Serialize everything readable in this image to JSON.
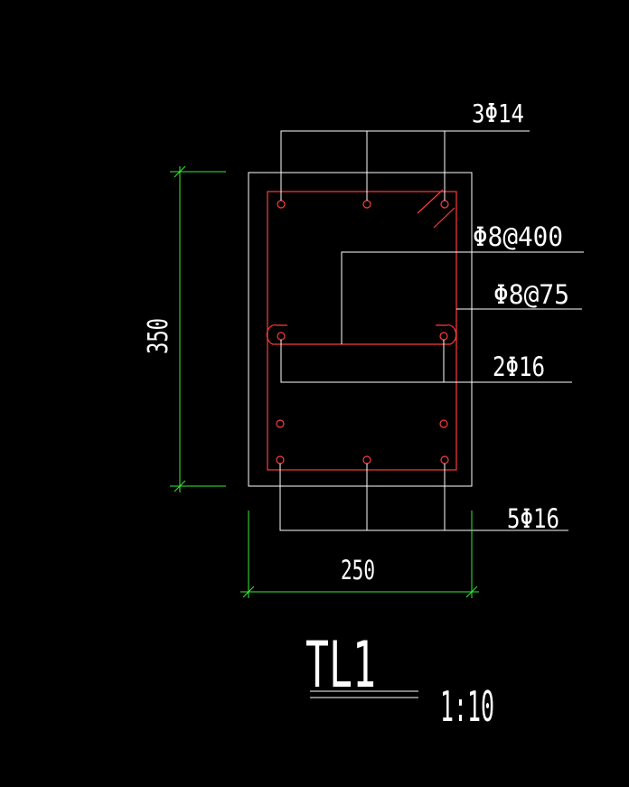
{
  "drawing": {
    "background_color": "#000000",
    "outline_color": "#ffffff",
    "rebar_color": "#ff3b3b",
    "dimension_color": "#33ee33",
    "labels": {
      "top_bars": "3Φ14",
      "stirrup_tie": "Φ8@400",
      "stirrup_main": "Φ8@75",
      "middle_bars": "2Φ16",
      "bottom_bars": "5Φ16"
    },
    "dimensions": {
      "height": "350",
      "width": "250"
    },
    "title": {
      "name": "TL1",
      "scale": "1:10"
    }
  }
}
